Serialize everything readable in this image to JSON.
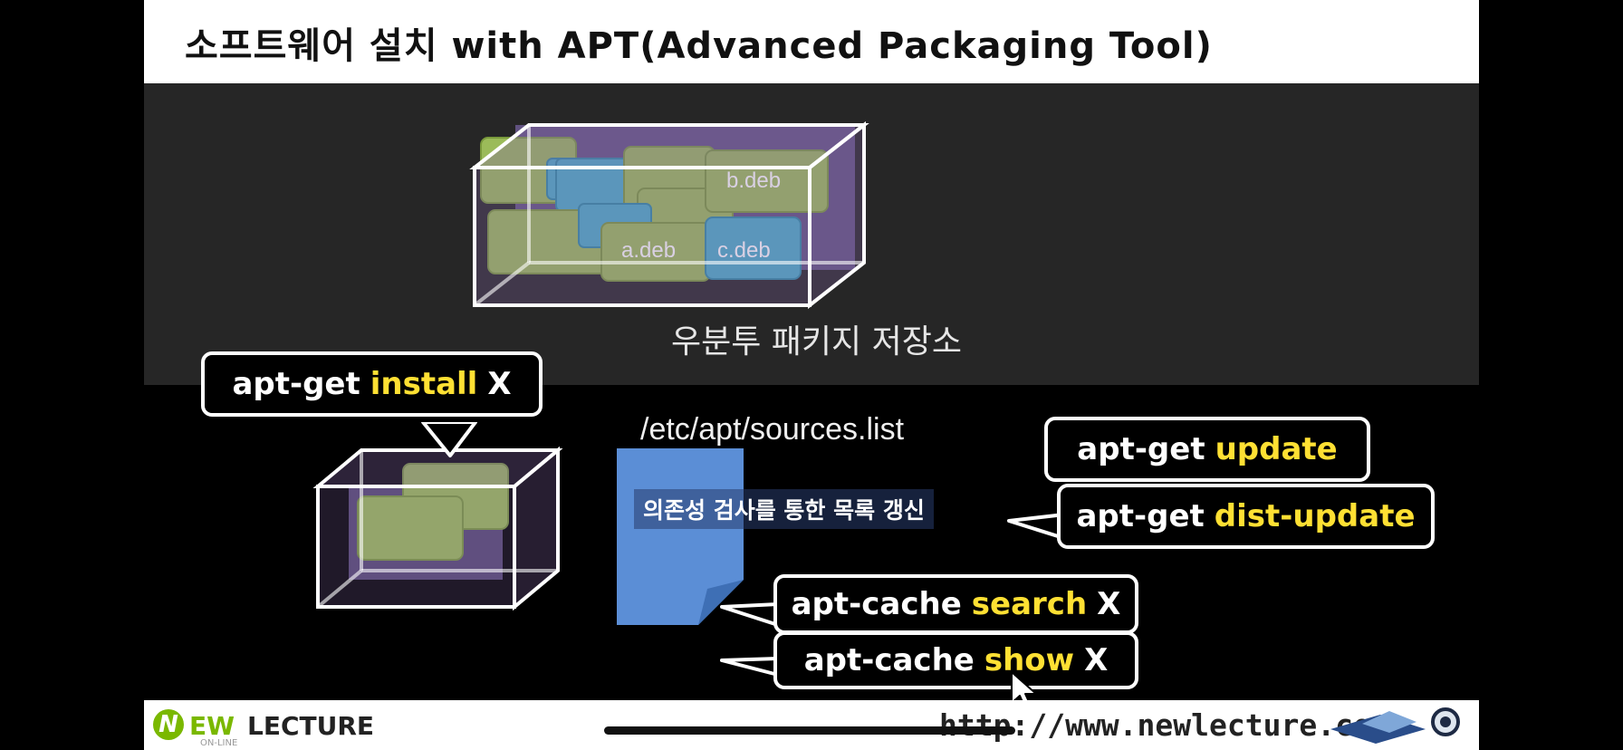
{
  "slide": {
    "title": "소프트웨어 설치 with APT(Advanced Packaging Tool)",
    "repository_label": "우분투 패키지 저장소",
    "repository_packages": [
      "b.deb",
      "a.deb",
      "c.deb"
    ],
    "sources_path": "/etc/apt/sources.list",
    "doc_caption": "의존성 검사를 통한 목록 갱신"
  },
  "commands": {
    "install": {
      "cmd": "apt-get",
      "keyword": "install",
      "arg": "X"
    },
    "update": {
      "cmd": "apt-get",
      "keyword": "update"
    },
    "dist_update": {
      "cmd": "apt-get",
      "keyword": "dist-update"
    },
    "search": {
      "cmd": "apt-cache",
      "keyword": "search",
      "arg": "X"
    },
    "show": {
      "cmd": "apt-cache",
      "keyword": "show",
      "arg": "X"
    }
  },
  "footer": {
    "logo_n": "N",
    "logo_ew": "EW",
    "logo_lecture": "LECTURE",
    "logo_online": "ON-LINE",
    "url": "http://www.newlecture.com"
  },
  "colors": {
    "keyword": "#ffe033",
    "package_green": "#9bbb59",
    "package_blue": "#4bacc6",
    "box_purple": "#8064a2",
    "doc_blue": "#5b8ed6"
  }
}
